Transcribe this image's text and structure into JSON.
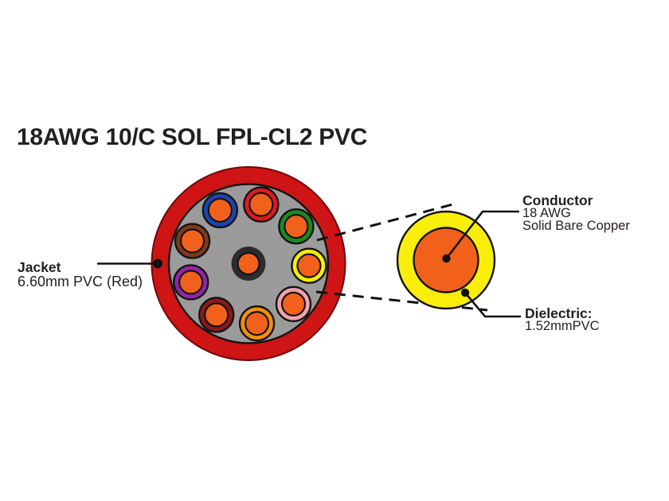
{
  "title": "18AWG 10/C SOL FPL-CL2 PVC",
  "colors": {
    "background": "#ffffff",
    "text": "#231f20",
    "jacket_red": "#ce1414",
    "jacket_edge": "#70080c",
    "filler_gray": "#9b9b9b",
    "outline_black": "#141414",
    "copper_orange": "#f2611b",
    "center_insulation_black": "#2e2b2c",
    "detail_yellow": "#f8ee0a",
    "leader_black": "#111111"
  },
  "cable": {
    "description": "main-cable-cross-section",
    "center_wire_insulation": "black",
    "wires": [
      {
        "name": "yellow",
        "hex": "#f7ee00"
      },
      {
        "name": "pink",
        "hex": "#f2a2ad"
      },
      {
        "name": "orange",
        "hex": "#f18f10"
      },
      {
        "name": "dark-red",
        "hex": "#8a1a18"
      },
      {
        "name": "purple",
        "hex": "#9226a8"
      },
      {
        "name": "brown",
        "hex": "#80391b"
      },
      {
        "name": "blue",
        "hex": "#1b45b2"
      },
      {
        "name": "red",
        "hex": "#e1191e"
      },
      {
        "name": "green",
        "hex": "#1b8c20"
      }
    ]
  },
  "labels": {
    "jacket": {
      "title": "Jacket",
      "detail": "6.60mm PVC (Red)"
    },
    "conductor": {
      "title": "Conductor",
      "line1": "18 AWG",
      "line2": "Solid Bare Copper"
    },
    "dielectric": {
      "title": "Dielectric:",
      "detail": "1.52mmPVC"
    }
  }
}
